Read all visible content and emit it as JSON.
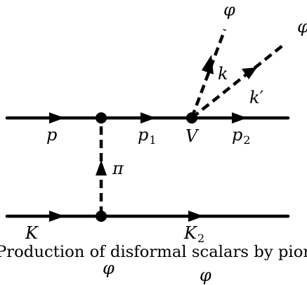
{
  "labels": {
    "phi_top": "φ",
    "phi_right": "φ",
    "k": "k",
    "k_prime": "k′",
    "p": "p",
    "p1_base": "p",
    "p1_sub": "1",
    "V": "V",
    "p2_base": "p",
    "p2_sub": "2",
    "pi": "π",
    "K": "K",
    "K2_base": "K",
    "K2_sub": "2",
    "phi_bottom_left": "φ",
    "phi_bottom_right": "φ"
  },
  "caption": "Production of disformal scalars by pion"
}
